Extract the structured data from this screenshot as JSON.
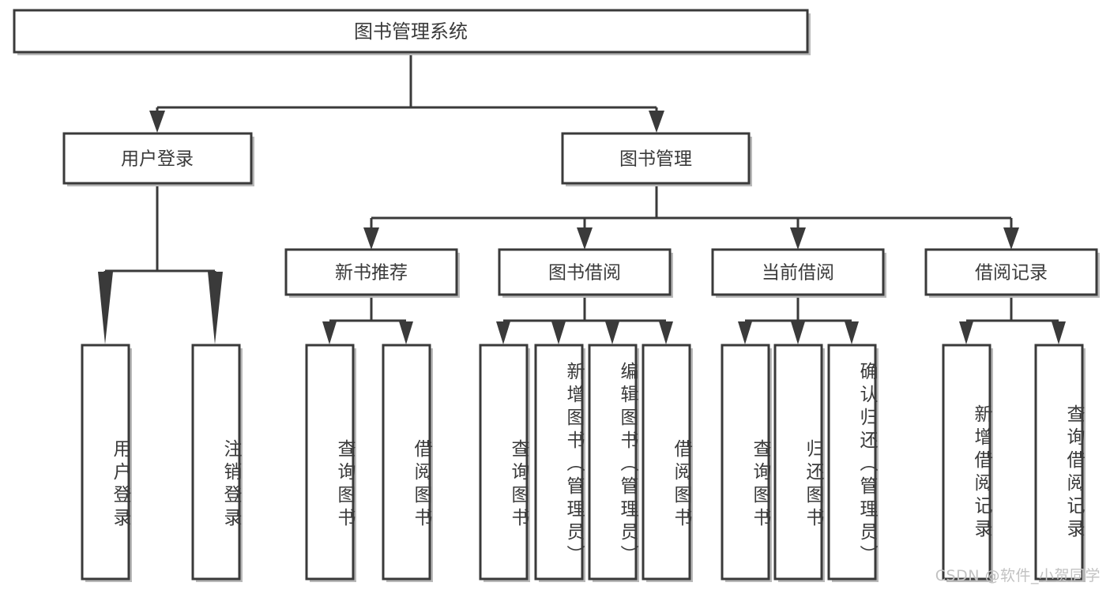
{
  "diagram": {
    "type": "tree",
    "title": "图书管理系统",
    "watermark": "CSDN @软件_小贺同学",
    "colors": {
      "box_stroke": "#3a3a3a",
      "box_fill": "#ffffff",
      "connector": "#3a3a3a",
      "shadow": "#b9b9b9",
      "watermark": "#c2c2c2",
      "background": "#ffffff"
    },
    "root": {
      "label": "图书管理系统"
    },
    "level1": [
      {
        "label": "用户登录"
      },
      {
        "label": "图书管理"
      }
    ],
    "level2": [
      {
        "label": "新书推荐"
      },
      {
        "label": "图书借阅"
      },
      {
        "label": "当前借阅"
      },
      {
        "label": "借阅记录"
      }
    ],
    "leaves": {
      "user_login": [
        {
          "label": "用户登录"
        },
        {
          "label": "注销登录"
        }
      ],
      "new_book_recommend": [
        {
          "label": "查询图书"
        },
        {
          "label": "借阅图书"
        }
      ],
      "book_borrow": [
        {
          "label": "查询图书"
        },
        {
          "label": "新增图书（管理员）"
        },
        {
          "label": "编辑图书（管理员）"
        },
        {
          "label": "借阅图书"
        }
      ],
      "current_borrow": [
        {
          "label": "查询图书"
        },
        {
          "label": "归还图书"
        },
        {
          "label": "确认归还（管理员）"
        }
      ],
      "borrow_record": [
        {
          "label": "新增借阅记录"
        },
        {
          "label": "查询借阅记录"
        }
      ]
    }
  }
}
